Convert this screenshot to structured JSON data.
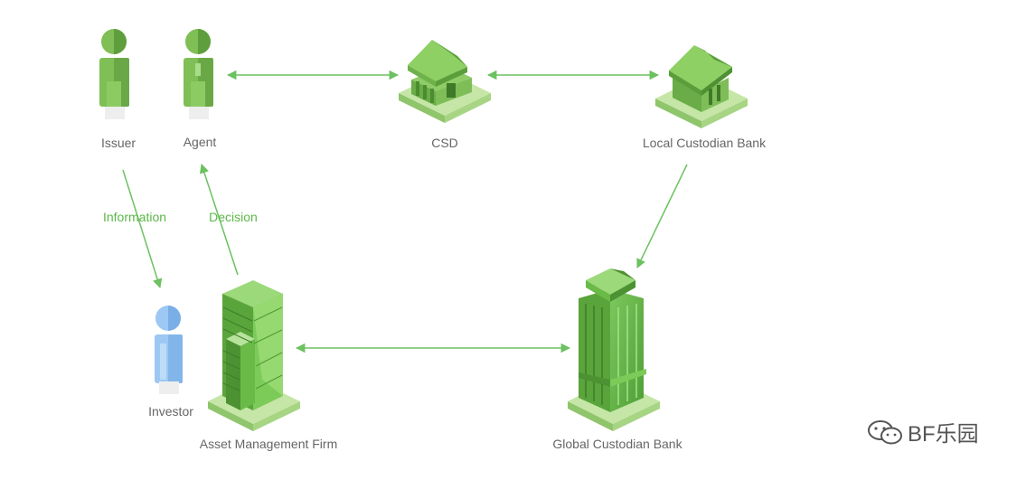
{
  "nodes": {
    "issuer": "Issuer",
    "agent": "Agent",
    "csd": "CSD",
    "local_custodian_bank": "Local Custodian Bank",
    "investor": "Investor",
    "asset_management_firm": "Asset Management Firm",
    "global_custodian_bank": "Global Custodian Bank"
  },
  "edges": {
    "information": "Information",
    "decision": "Decision"
  },
  "watermark": "BF乐园",
  "colors": {
    "green": "#6ab04c",
    "green_light": "#a8d88a",
    "green_dark": "#4e8f35",
    "blue": "#8fbef0",
    "arrow": "#6cc160",
    "label": "#666666"
  }
}
